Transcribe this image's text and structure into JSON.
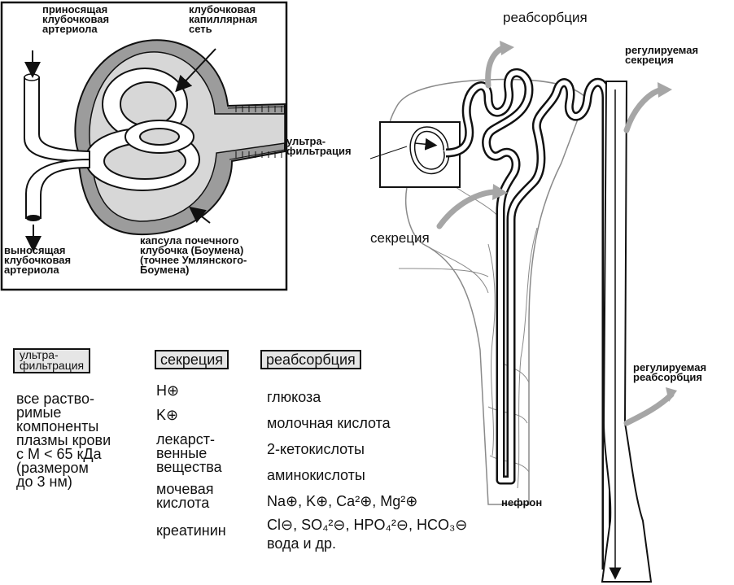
{
  "glomerulus_box": {
    "afferent_arteriole": "приносящая\nклубочковая\nартериола",
    "glomerular_capillaries": "клубочковая\nкапиллярная\nсеть",
    "efferent_arteriole": "выносящая\nклубочковая\nартериола",
    "bowman_capsule": "капсула почечного\nклубочка (Боумена)\n(точнее Умлянского-\nБоумена)"
  },
  "nephron": {
    "ultrafiltration": "ультра-\nфильтрация",
    "reabsorption": "реабсорбция",
    "regulated_secretion": "регулируемая\nсекреция",
    "secretion": "секреция",
    "regulated_reabsorption": "регулируемая\nреабсорбция",
    "nephron_label": "нефрон"
  },
  "table": {
    "ultrafiltration": {
      "header": "ультра-\nфильтрация",
      "items": [
        "все раство-\nримые\nкомпоненты\nплазмы крови\nс М < 65 кДа\n(размером\nдо 3 нм)"
      ]
    },
    "secretion": {
      "header": "секреция",
      "items": [
        "H⊕",
        "K⊕",
        "лекарст-\nвенные\nвещества",
        "мочевая\nкислота",
        "креатинин"
      ]
    },
    "reabsorption": {
      "header": "реабсорбция",
      "items": [
        "глюкоза",
        "молочная кислота",
        "2-кетокислоты",
        "аминокислоты",
        "Na⊕, K⊕, Ca²⊕, Mg²⊕",
        "Cl⊖, SO₄²⊖, HPO₄²⊖, HCO₃⊖",
        "вода и др."
      ]
    }
  }
}
